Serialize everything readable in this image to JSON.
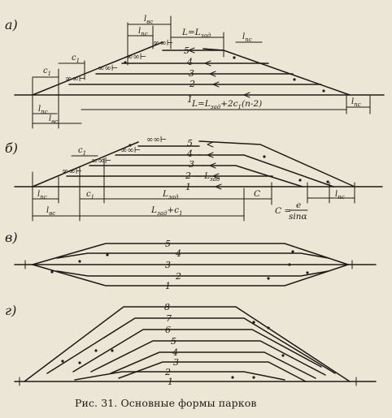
{
  "figure": {
    "panels": [
      {
        "label": "а)",
        "track_numbers": [
          "5",
          "4",
          "3",
          "2",
          "1"
        ],
        "dimensions": {
          "c1_left": "c",
          "c1_sub": "1",
          "c1_right": "c",
          "c1_right_sub": "1",
          "l_pc_left": "l",
          "l_pc_left_sub": "пс",
          "l_pc_right": "l",
          "l_pc_right_sub": "пс",
          "l_pc_top": "l",
          "l_pc_top_sub": "пс",
          "l_pc_top2": "l",
          "l_pc_top2_sub": "пс",
          "l_bc_top": "l",
          "l_bc_top_sub": "вс",
          "l_bc_left": "l",
          "l_bc_left_sub": "вс",
          "formula_top": "L=L",
          "formula_top_sub": "зад",
          "formula_bottom": "L=L",
          "formula_bottom_sub": "зад",
          "formula_bottom_rest": "+2c",
          "formula_bottom_rest_sub": "1",
          "formula_bottom_tail": "(n-2)"
        }
      },
      {
        "label": "б)",
        "track_numbers": [
          "5",
          "4",
          "3",
          "2",
          "1"
        ],
        "dimensions": {
          "c1_top": "c",
          "c1_top_sub": "1",
          "c1_mid": "c",
          "c1_mid_sub": "1",
          "l_pc_left": "l",
          "l_pc_left_sub": "пс",
          "l_bc_left": "l",
          "l_bc_left_sub": "вс",
          "l_zad_track": "L",
          "l_zad_track_sub": "зад",
          "l_zad_mid": "L",
          "l_zad_mid_sub": "зад",
          "l_zad_c1": "L",
          "l_zad_c1_sub": "зад",
          "l_zad_c1_rest": "+c",
          "l_zad_c1_rest_sub": "1",
          "c_right": "C",
          "c_formula_lhs": "C =",
          "c_formula_num": "e",
          "c_formula_den": "sinα",
          "l_pc_right": "l",
          "l_pc_right_sub": "пс"
        }
      },
      {
        "label": "в)",
        "track_numbers": [
          "5",
          "4",
          "3",
          "2",
          "1"
        ]
      },
      {
        "label": "г)",
        "track_numbers": [
          "8",
          "7",
          "6",
          "5",
          "4",
          "3",
          "2",
          "1"
        ]
      }
    ]
  },
  "caption": "Рис. 31. Основные формы парков"
}
